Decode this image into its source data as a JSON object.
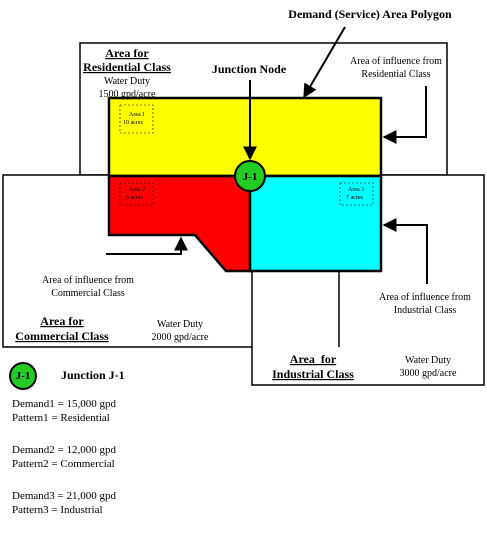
{
  "title": "Demand (Service) Area Polygon",
  "junction_node_label": "Junction Node",
  "junction_id": "J-1",
  "residential": {
    "heading_1": "Area for",
    "heading_2": "Residential Class",
    "duty_1": "Water Duty",
    "duty_2": "1500 gpd/acre",
    "influence_1": "Area of influence from",
    "influence_2": "Residential Class",
    "area_name": "Area 1",
    "area_size": "10 acres",
    "color": "#ffff00"
  },
  "commercial": {
    "heading_1": "Area for",
    "heading_2": "Commercial Class",
    "duty_1": "Water Duty",
    "duty_2": "2000 gpd/acre",
    "influence_1": "Area of influence from",
    "influence_2": "Commercial Class",
    "area_name": "Area 2",
    "area_size": "6 acres",
    "color": "#ff0000"
  },
  "industrial": {
    "heading_1": "Area  for",
    "heading_2": "Industrial Class",
    "duty_1": "Water Duty",
    "duty_2": "3000 gpd/acre",
    "influence_1": "Area of influence from",
    "influence_2": "Industrial Class",
    "area_name": "Area 3",
    "area_size": "7 acres",
    "color": "#00ffff"
  },
  "junction_color": "#22cc22",
  "legend": {
    "title": "Junction J-1",
    "demand1": "Demand1 = 15,000 gpd",
    "pattern1": "Pattern1  = Residential",
    "demand2": "Demand2 = 12,000 gpd",
    "pattern2": "Pattern2  = Commercial",
    "demand3": "Demand3 = 21,000 gpd",
    "pattern3": "Pattern3  = Industrial"
  }
}
